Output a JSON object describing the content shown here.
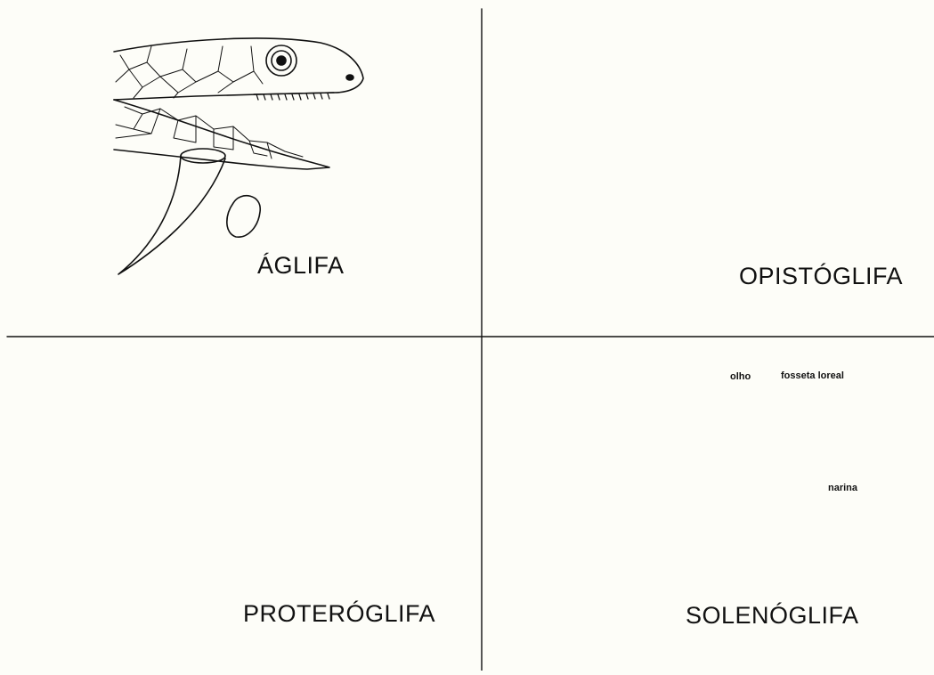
{
  "panels": [
    {
      "name": "ÁGLIFA"
    },
    {
      "name": "OPISTÓGLIFA"
    },
    {
      "name": "PROTERÓGLIFA"
    },
    {
      "name": "SOLENÓGLIFA"
    }
  ],
  "annotations": {
    "eye": "olho",
    "loreal_pit": "fosseta loreal",
    "nostril": "narina"
  }
}
